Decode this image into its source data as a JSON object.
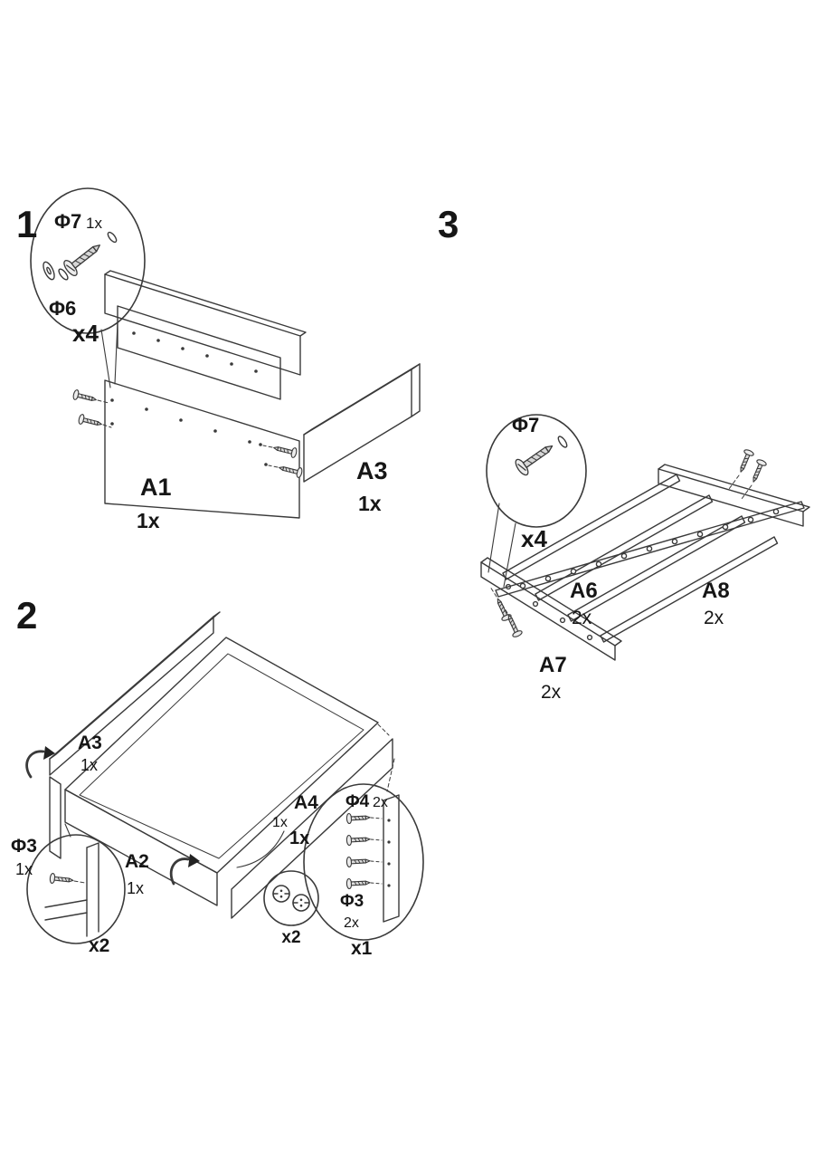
{
  "steps": {
    "step1": {
      "number": "1",
      "callout": {
        "screw_label": "Φ7",
        "screw_qty": "1x",
        "washer_label": "Φ6",
        "multiplier": "x4"
      },
      "parts": {
        "a1": {
          "id": "A1",
          "qty": "1x"
        },
        "a3": {
          "id": "A3",
          "qty": "1x"
        }
      }
    },
    "step2": {
      "number": "2",
      "parts": {
        "a3": {
          "id": "A3",
          "qty": "1x"
        },
        "a2": {
          "id": "A2",
          "qty": "1x"
        },
        "a4": {
          "id": "A4",
          "qty": "1x",
          "multiplier": "1x"
        }
      },
      "callout_corner": {
        "label": "Φ3",
        "qty": "1x",
        "multiplier": "x2"
      },
      "callout_cams": {
        "multiplier": "x2"
      },
      "callout_bracket": {
        "top_label": "Φ4",
        "top_qty": "2x",
        "bottom_label": "Φ3",
        "bottom_qty": "2x",
        "multiplier": "x1"
      }
    },
    "step3": {
      "number": "3",
      "callout": {
        "screw_label": "Φ7",
        "multiplier": "x4"
      },
      "parts": {
        "a6": {
          "id": "A6",
          "qty": "2x"
        },
        "a8": {
          "id": "A8",
          "qty": "2x"
        },
        "a7": {
          "id": "A7",
          "qty": "2x"
        }
      }
    }
  }
}
